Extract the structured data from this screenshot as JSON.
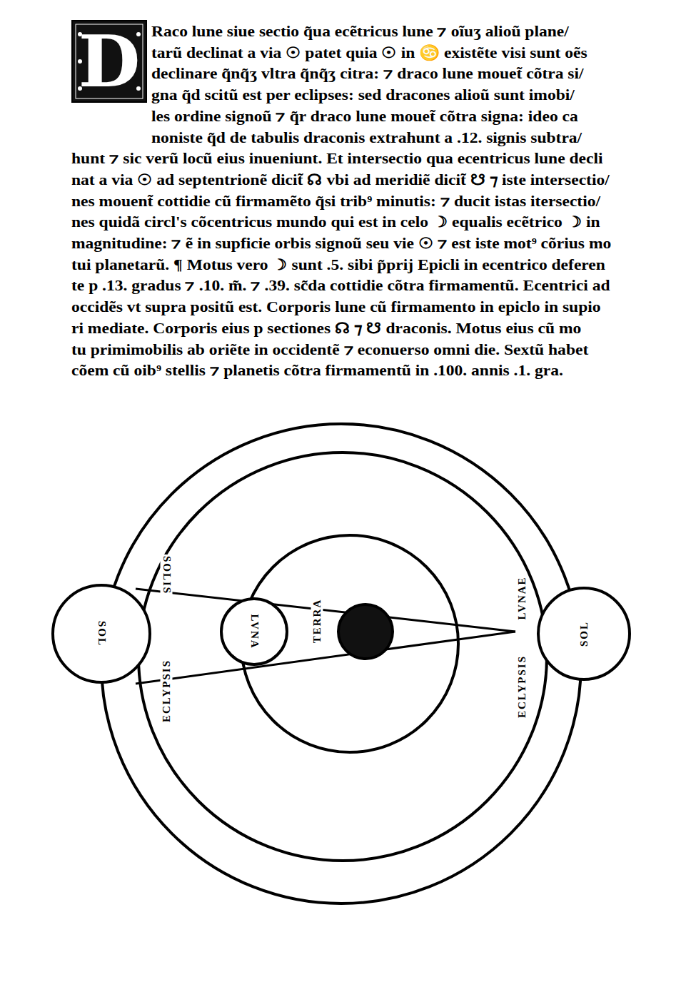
{
  "diagram": {
    "nodes": [
      {
        "text": [
          "SOL"
        ]
      },
      {
        "text": [
          "LVNA"
        ]
      },
      {
        "text": [
          "TERRA"
        ]
      },
      {
        "text": [
          "SOL"
        ]
      }
    ],
    "labels": [
      "D",
      "Raco lune siue sectio q̃ua ecẽtricus lune ⁊ oĩuʒ alioũ plane/",
      "tarũ declinat a via ☉ patet quia ☉ in ♋ existẽte visi sunt oẽs",
      "declinare q̃nq̃ʒ vltra q̃nq̃ʒ citra: ⁊ draco lune mouet̃ cõtra si/",
      "gna q̃d scitũ est per eclipses: sed dracones alioũ sunt imobi/",
      "les ordine signoũ ⁊ q̃r draco lune mouet̃ cõtra signa: ideo ca",
      "noniste q̃d de tabulis draconis extrahunt a .12. signis subtra/",
      "hunt ⁊ sic verũ locũ eius inueniunt. Et intersectio qua ecentricus lune decli",
      "nat a via ☉ ad septentrionẽ dicit̃ ☊ vbi ad meridiẽ dicit̃ ☋ ⁊ iste intersectio/",
      "nes mouent̃ cottidie cũ firmamẽto q̃si trib⁹ minutis: ⁊ ducit istas itersectio/",
      "nes quidã circl's cõcentricus mundo qui est in celo ☽ equalis ecẽtrico ☽ in",
      "magnitudine: ⁊ ẽ in supficie orbis signoũ seu vie ☉ ⁊ est iste mot⁹ cõrius mo",
      "tui planetarũ. ¶ Motus vero ☽ sunt .5. sibi p̃prij Epicli in ecentrico deferen",
      "te p .13. gradus ⁊ .10. m̃. ⁊ .39. sc̃da cottidie cõtra firmamentũ. Ecentrici ad",
      "occidẽs vt supra positũ est. Corporis lune cũ firmamento in epiclo in supio",
      "ri mediate. Corporis eius p sectiones ☊ ⁊ ☋ draconis. Motus eius cũ mo",
      "tu primimobilis ab oriẽte in occidentẽ ⁊ econuerso omni die. Sextũ habet",
      "cõem cũ oib⁹ stellis ⁊ planetis cõtra firmamentũ in .100. annis .1. gra.",
      "SOLIS",
      "ECLYPSIS",
      "ECLYPSIS",
      "LVNAE"
    ]
  }
}
